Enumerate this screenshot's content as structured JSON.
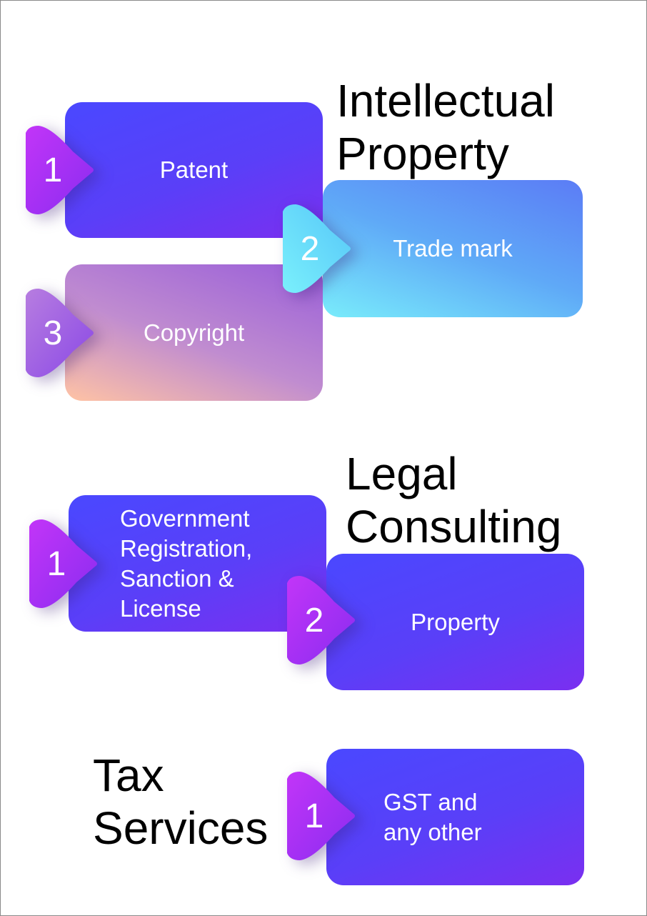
{
  "sections": [
    {
      "heading_lines": [
        "Intellectual",
        "Property"
      ],
      "items": [
        {
          "number": "1",
          "label": "Patent"
        },
        {
          "number": "2",
          "label": "Trade mark"
        },
        {
          "number": "3",
          "label": "Copyright"
        }
      ]
    },
    {
      "heading_lines": [
        "Legal",
        "Consulting"
      ],
      "items": [
        {
          "number": "1",
          "label_lines": [
            "Government",
            "Registration,",
            "Sanction &",
            "License"
          ]
        },
        {
          "number": "2",
          "label": "Property"
        }
      ]
    },
    {
      "heading_lines": [
        "Tax",
        "Services"
      ],
      "items": [
        {
          "number": "1",
          "label_lines": [
            "GST and",
            "any other"
          ]
        }
      ]
    }
  ],
  "colors": {
    "violet_start": "#4a48ff",
    "violet_end": "#7a2ff0",
    "sky_start": "#5b7cf6",
    "sky_end": "#79ecfb",
    "peach_start": "#9a5fd9",
    "peach_end": "#ffc3a4",
    "badge_magenta": "#b430f7",
    "badge_cyan": "#66e4fb"
  }
}
